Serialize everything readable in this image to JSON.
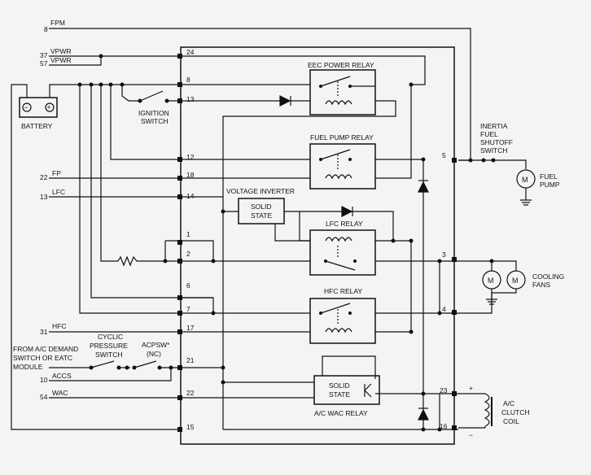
{
  "module_pins": {
    "p24": "24",
    "p8": "8",
    "p13": "13",
    "p12": "12",
    "p18": "18",
    "p14": "14",
    "p1": "1",
    "p2": "2",
    "p6": "6",
    "p7": "7",
    "p17": "17",
    "p21": "21",
    "p22": "22",
    "p15": "15",
    "p5": "5",
    "p3": "3",
    "p4": "4",
    "p23": "23",
    "p16": "16"
  },
  "signals": {
    "fpm": {
      "num": "8",
      "name": "FPM"
    },
    "vpwr37": {
      "num": "37",
      "name": "VPWR"
    },
    "vpwr57": {
      "num": "57",
      "name": "VPWR"
    },
    "fp": {
      "num": "22",
      "name": "FP"
    },
    "lfc": {
      "num": "13",
      "name": "LFC"
    },
    "hfc": {
      "num": "31",
      "name": "HFC"
    },
    "accs": {
      "num": "10",
      "name": "ACCS"
    },
    "wac": {
      "num": "54",
      "name": "WAC"
    }
  },
  "relays": {
    "eec": "EEC POWER RELAY",
    "fuel_pump": "FUEL PUMP RELAY",
    "lfc": "LFC RELAY",
    "hfc": "HFC RELAY",
    "wac": "A/C WAC RELAY"
  },
  "labels": {
    "battery": "BATTERY",
    "ignition_1": "IGNITION",
    "ignition_2": "SWITCH",
    "voltage_inverter": "VOLTAGE INVERTER",
    "solid_1": "SOLID",
    "state": "STATE",
    "inertia_1": "INERTIA",
    "inertia_2": "FUEL",
    "inertia_3": "SHUTOFF",
    "inertia_4": "SWITCH",
    "fuel_1": "FUEL",
    "fuel_2": "PUMP",
    "cooling_1": "COOLING",
    "cooling_2": "FANS",
    "cyclic_1": "CYCLIC",
    "cyclic_2": "PRESSURE",
    "cyclic_3": "SWITCH",
    "acpsw_1": "ACPSW*",
    "acpsw_2": "(NC)",
    "from_1": "FROM A/C DEMAND",
    "from_2": "SWITCH OR EATC",
    "from_3": "MODULE",
    "clutch_1": "A/C",
    "clutch_2": "CLUTCH",
    "clutch_3": "COIL",
    "motor": "M",
    "plus": "+",
    "minus": "−"
  }
}
